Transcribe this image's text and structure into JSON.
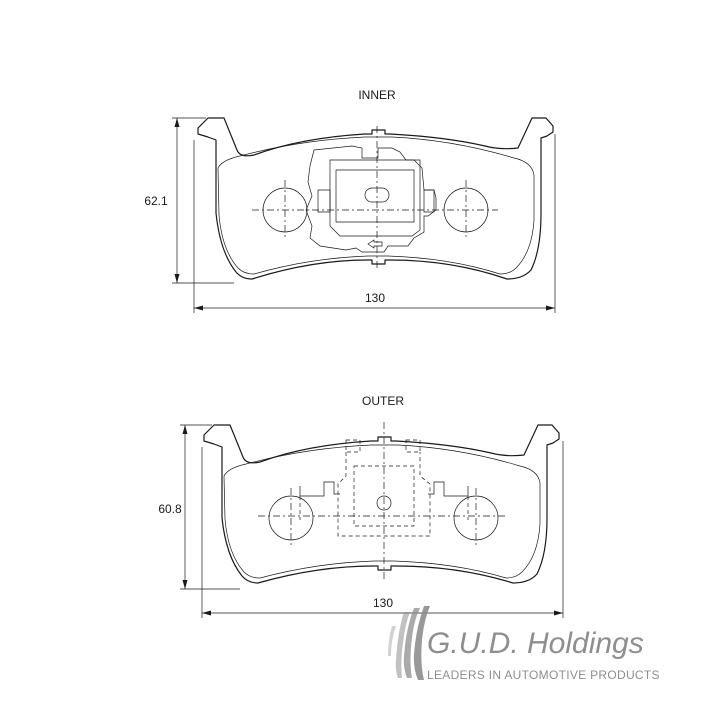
{
  "inner_view": {
    "title": "INNER",
    "height_dimension": "62.1",
    "width_dimension": "130"
  },
  "outer_view": {
    "title": "OUTER",
    "height_dimension": "60.8",
    "width_dimension": "130"
  },
  "logo": {
    "name": "G.U.D. Holdings",
    "tagline": "LEADERS IN AUTOMOTIVE PRODUCTS",
    "color": "#8e8e8e"
  },
  "line_color": "#1a1a1a"
}
